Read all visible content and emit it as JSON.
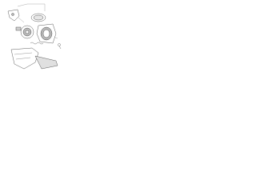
{
  "diagram": {
    "kind": "exploded-parts-diagram",
    "line_color": "#333333",
    "shade_color": "#b8b8b8",
    "labels": [
      {
        "text": "",
        "key": "ref-top-left"
      },
      {
        "text": "",
        "key": "ref-top-center"
      },
      {
        "text": "",
        "key": "ref-top-right"
      },
      {
        "text": "",
        "key": "ref-mid-left"
      },
      {
        "text": "",
        "key": "ref-mid-right"
      },
      {
        "text": "",
        "key": "ref-lower-right"
      }
    ],
    "parts": [
      {
        "name": "bracket-part"
      },
      {
        "name": "oval-cover-part"
      },
      {
        "name": "gear-assembly-part"
      },
      {
        "name": "motor-housing-part"
      },
      {
        "name": "spring-part"
      },
      {
        "name": "small-screw-part"
      },
      {
        "name": "lower-cable-part"
      }
    ]
  }
}
